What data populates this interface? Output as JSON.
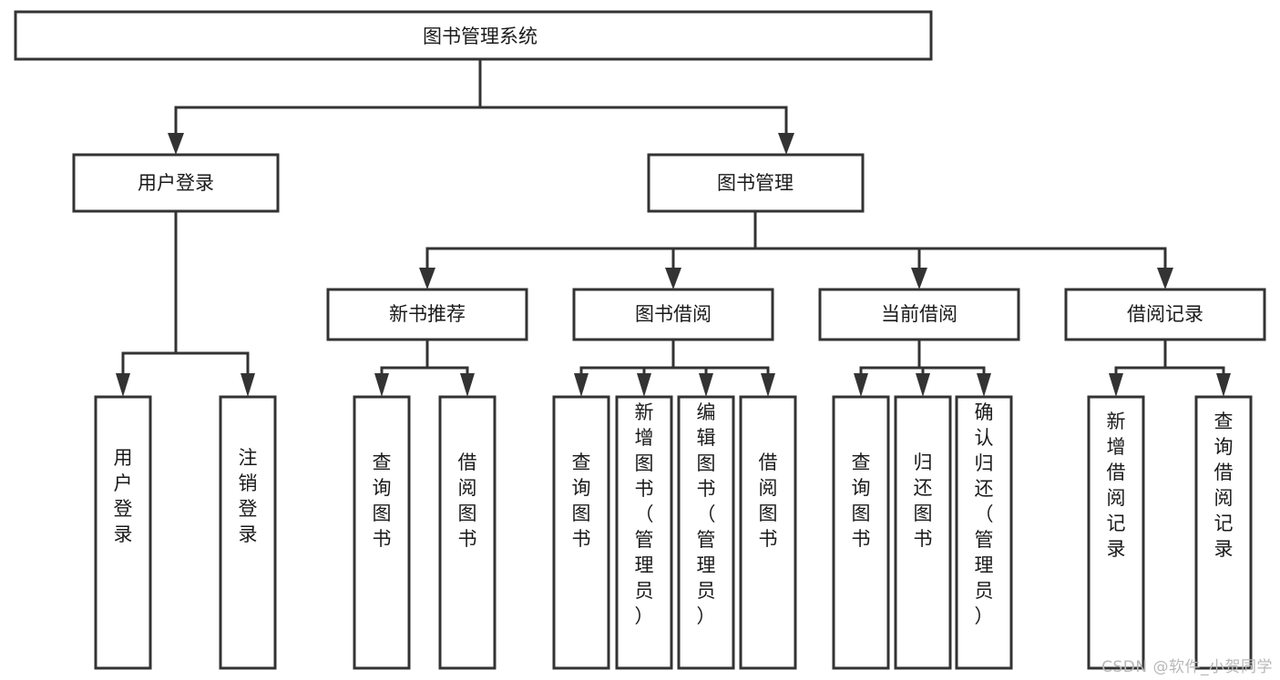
{
  "diagram": {
    "type": "tree-hierarchy-diagram",
    "title": "图书管理系统",
    "background_color": "#ffffff",
    "line_color": "#333333",
    "box_fill": "#ffffff",
    "text_color": "#1a1a1a",
    "root": {
      "id": "root",
      "label": "图书管理系统",
      "orientation": "horizontal"
    },
    "level2": [
      {
        "id": "user-login",
        "label": "用户登录",
        "orientation": "horizontal"
      },
      {
        "id": "book-management",
        "label": "图书管理",
        "orientation": "horizontal"
      }
    ],
    "level3": [
      {
        "id": "new-book-recommend",
        "label": "新书推荐",
        "orientation": "horizontal",
        "parent": "book-management"
      },
      {
        "id": "book-borrow",
        "label": "图书借阅",
        "orientation": "horizontal",
        "parent": "book-management"
      },
      {
        "id": "current-borrow",
        "label": "当前借阅",
        "orientation": "horizontal",
        "parent": "book-management"
      },
      {
        "id": "borrow-record",
        "label": "借阅记录",
        "orientation": "horizontal",
        "parent": "book-management"
      }
    ],
    "leaves": [
      {
        "id": "leaf-user-login",
        "label": "用户登录",
        "orientation": "vertical",
        "parent": "user-login"
      },
      {
        "id": "leaf-logout-login",
        "label": "注销登录",
        "orientation": "vertical",
        "parent": "user-login"
      },
      {
        "id": "leaf-query-book-1",
        "label": "查询图书",
        "orientation": "vertical",
        "parent": "new-book-recommend"
      },
      {
        "id": "leaf-borrow-book-1",
        "label": "借阅图书",
        "orientation": "vertical",
        "parent": "new-book-recommend"
      },
      {
        "id": "leaf-query-book-2",
        "label": "查询图书",
        "orientation": "vertical",
        "parent": "book-borrow"
      },
      {
        "id": "leaf-add-book",
        "label": "新增图书（管理员）",
        "orientation": "vertical",
        "parent": "book-borrow"
      },
      {
        "id": "leaf-edit-book",
        "label": "编辑图书（管理员）",
        "orientation": "vertical",
        "parent": "book-borrow"
      },
      {
        "id": "leaf-borrow-book-2",
        "label": "借阅图书",
        "orientation": "vertical",
        "parent": "book-borrow"
      },
      {
        "id": "leaf-query-book-3",
        "label": "查询图书",
        "orientation": "vertical",
        "parent": "current-borrow"
      },
      {
        "id": "leaf-return-book",
        "label": "归还图书",
        "orientation": "vertical",
        "parent": "current-borrow"
      },
      {
        "id": "leaf-confirm-return",
        "label": "确认归还（管理员）",
        "orientation": "vertical",
        "parent": "current-borrow"
      },
      {
        "id": "leaf-add-record",
        "label": "新增借阅记录",
        "orientation": "vertical",
        "parent": "borrow-record"
      },
      {
        "id": "leaf-query-record",
        "label": "查询借阅记录",
        "orientation": "vertical",
        "parent": "borrow-record"
      }
    ]
  },
  "watermark": {
    "text": "CSDN @软件_小贺同学",
    "color": "#b8b8b8"
  }
}
